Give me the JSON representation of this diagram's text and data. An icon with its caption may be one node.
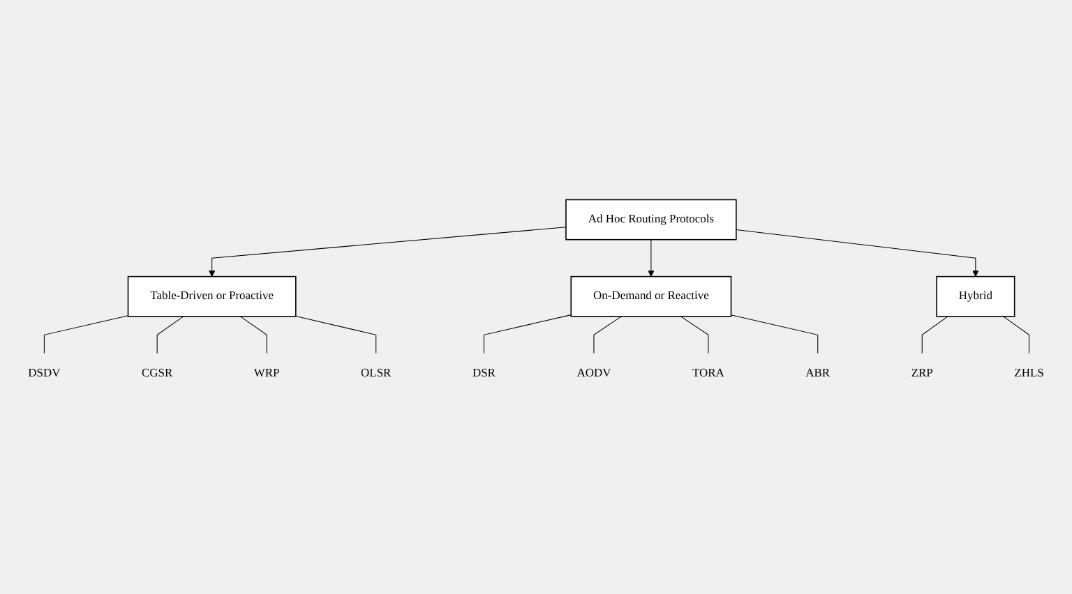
{
  "diagram": {
    "nodes": [
      {
        "text": [
          "Ad Hoc Routing Protocols"
        ]
      },
      {
        "text": [
          "Table-Driven or Proactive"
        ]
      },
      {
        "text": [
          "On-Demand or Reactive"
        ]
      },
      {
        "text": [
          "Hybrid"
        ]
      },
      {
        "text": [
          "DSDV"
        ]
      },
      {
        "text": [
          "CGSR"
        ]
      },
      {
        "text": [
          "WRP"
        ]
      },
      {
        "text": [
          "OLSR"
        ]
      },
      {
        "text": [
          "DSR"
        ]
      },
      {
        "text": [
          "AODV"
        ]
      },
      {
        "text": [
          "TORA"
        ]
      },
      {
        "text": [
          "ABR"
        ]
      },
      {
        "text": [
          "ZRP"
        ]
      },
      {
        "text": [
          "ZHLS"
        ]
      }
    ],
    "edges": [
      {
        "from": 0,
        "to": 1,
        "arrow": "to"
      },
      {
        "from": 0,
        "to": 2,
        "arrow": "to"
      },
      {
        "from": 0,
        "to": 3,
        "arrow": "to"
      },
      {
        "from": 1,
        "to": 4,
        "arrow": "none"
      },
      {
        "from": 1,
        "to": 5,
        "arrow": "none"
      },
      {
        "from": 1,
        "to": 6,
        "arrow": "none"
      },
      {
        "from": 1,
        "to": 7,
        "arrow": "none"
      },
      {
        "from": 2,
        "to": 8,
        "arrow": "none"
      },
      {
        "from": 2,
        "to": 9,
        "arrow": "none"
      },
      {
        "from": 2,
        "to": 10,
        "arrow": "none"
      },
      {
        "from": 2,
        "to": 11,
        "arrow": "none"
      },
      {
        "from": 3,
        "to": 12,
        "arrow": "none"
      },
      {
        "from": 3,
        "to": 13,
        "arrow": "none"
      }
    ]
  }
}
